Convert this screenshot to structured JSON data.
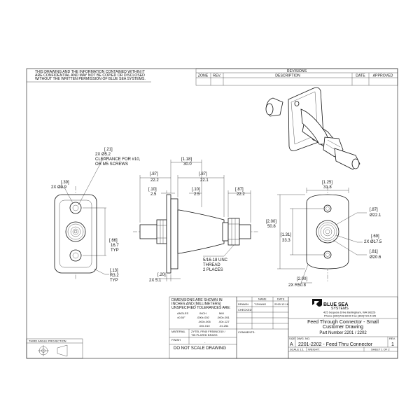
{
  "notice": {
    "line1": "THIS DRAWING AND THE INFORMATION CONTAINED WITHIN IT",
    "line2": "ARE CONFIDENTIAL AND MAY NOT BE COPIED OR DISCLOSED",
    "line3": "WITHOUT THE WRITTEN PERMISSION OF BLUE SEA SYSTEMS."
  },
  "revisions": {
    "title": "REVISIONS",
    "headers": [
      "ZONE",
      "REV.",
      "DESCRIPTION",
      "DATE",
      "APPROVED"
    ]
  },
  "left_view": {
    "hole_in": "[.21]",
    "hole_mm": "2X Ø5.2",
    "hole_note1": "CLEARANCE FOR #10,",
    "hole_note2": "OR M5 SCREWS",
    "width_in": "[.39]",
    "width_mm": "2X Ø9.9",
    "pitch_in": "[.66]",
    "pitch_mm": "16.7",
    "pitch_typ": "TYP",
    "radius_in": "[.13]",
    "radius_mm": "R3.2",
    "radius_typ": "TYP"
  },
  "side_view": {
    "overall_in": "[1.18]",
    "overall_mm": "30.0",
    "left_len_in": "[.87]",
    "left_len_mm": "22.2",
    "body_len_in": "[.87]",
    "body_len_mm": "22.1",
    "flange_l_in": "[.10]",
    "flange_l_mm": "2.5",
    "flange_r_in": "[.10]",
    "flange_r_mm": "2.5",
    "right_len_in": "[.87]",
    "right_len_mm": "22.2",
    "thread1": "5/16-18 UNC",
    "thread2": "THREAD",
    "thread3": "2 PLACES",
    "base_in": "[.20]",
    "base_mm": "2X 5.1"
  },
  "right_view": {
    "width_in": "[1.25]",
    "width_mm": "31.8",
    "height_in": "[2.00]",
    "height_mm": "50.8",
    "pitch_in": "[1.31]",
    "pitch_mm": "33.3",
    "d1_in": "[.87]",
    "d1_mm": "Ø22.1",
    "d2_in": "[.69]",
    "d2_mm": "2X Ø17.5",
    "d3_in": "[.81]",
    "d3_mm": "Ø20.6",
    "r_in": "[2.00]",
    "r_mm": "2X R50.8"
  },
  "tolerance": {
    "line1": "DIMENSIONS ARE SHOWN IN",
    "line2": "INCHES AND [MILLIMETERS]",
    "line3": "UNSPECIFIED TOLERANCES ARE:",
    "col_angles": "ANGLES",
    "col_inch": "INCH",
    "col_mm": "MM",
    "angle_val": "±0.50°",
    "inch_1": ".000±.002",
    "inch_2": ".000±.005",
    "inch_3": ".00±.010",
    "mm_1": ".000±.051",
    "mm_2": ".00±.127",
    "mm_3": ".0±.254",
    "material_label": "MATERIAL",
    "material_val1": "ZYTEL FR40 FR50NC010 /",
    "material_val2": "TIN PLATED BRASS",
    "finish_label": "FINISH",
    "finish_val": "-",
    "noscale": "DO NOT SCALE DRAWING"
  },
  "signoff": {
    "col_name": "NAME",
    "col_date": "DATE",
    "drawn_label": "DRAWN",
    "drawn_name": "T.ZHANG",
    "drawn_date": "2015.12.16",
    "checked_label": "CHECKED",
    "comments_label": "COMMENTS:"
  },
  "title_block": {
    "brand1": "BLUE SEA",
    "brand2": "SYSTEMS",
    "address1": "425 Sequoia Drive  Bellingham, WA 98226",
    "address2": "Phone (360)738-8230   Fax (360)734-4195",
    "title1": "Feed Through Connector - Small",
    "title2": "Customer Drawing",
    "part": "Part Number 2201 / 2202",
    "size_label": "SIZE",
    "size_val": "A",
    "dwg_label": "DWG. NO.",
    "dwg_val": "2201-2202 - Feed Thru Connector",
    "rev_label": "REV.",
    "rev_val": "1",
    "scale": "SCALE 1:1",
    "weight": "WEIGHT:",
    "sheet": "SHEET 1 OF 2"
  },
  "projection": {
    "label": "THIRD ANGLE PROJECTION"
  }
}
